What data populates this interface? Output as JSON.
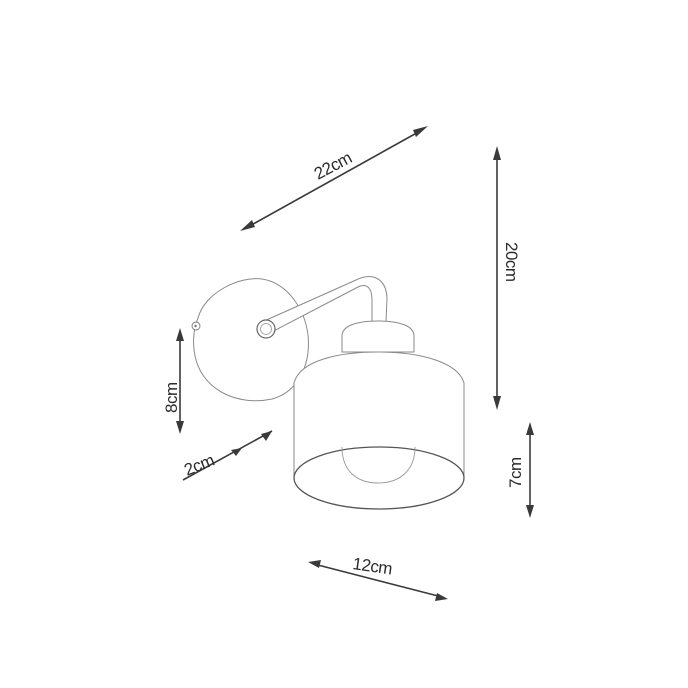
{
  "diagram": {
    "type": "technical-dimension-drawing",
    "subject": "wall lamp (sconce) with cylindrical shade",
    "colors": {
      "background": "#ffffff",
      "outline": "#8a8a8a",
      "dimension_line": "#3a3a3a",
      "label_text": "#2b2b2b"
    },
    "dimensions": {
      "length_arm": {
        "label": "22cm",
        "value": 22,
        "unit": "cm"
      },
      "height_total": {
        "label": "20cm",
        "value": 20,
        "unit": "cm"
      },
      "backplate_diameter": {
        "label": "8cm",
        "value": 8,
        "unit": "cm"
      },
      "backplate_depth": {
        "label": "2cm",
        "value": 2,
        "unit": "cm"
      },
      "shade_height": {
        "label": "7cm",
        "value": 7,
        "unit": "cm"
      },
      "shade_diameter": {
        "label": "12cm",
        "value": 12,
        "unit": "cm"
      }
    },
    "parts": [
      "wall-backplate",
      "curved-arm",
      "socket-cap",
      "cylindrical-shade",
      "bulb"
    ]
  }
}
